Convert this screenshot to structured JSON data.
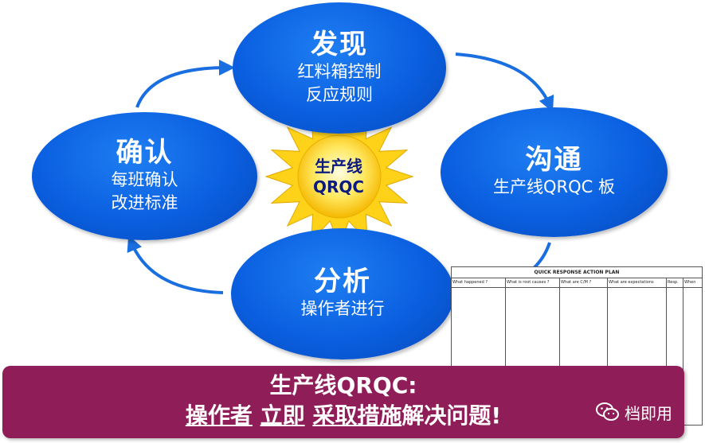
{
  "cycle": {
    "find": {
      "title": "发现",
      "lines": [
        "红料箱控制",
        "反应规则"
      ]
    },
    "communicate": {
      "title": "沟通",
      "lines": [
        "生产线QRQC 板"
      ]
    },
    "analyze": {
      "title": "分析",
      "lines": [
        "操作者进行"
      ]
    },
    "confirm": {
      "title": "确认",
      "lines": [
        "每班确认",
        "改进标准"
      ]
    }
  },
  "center": {
    "line1": "生产线",
    "line2": "QRQC"
  },
  "action_plan": {
    "title": "QUICK RESPONSE ACTION PLAN",
    "columns": [
      "What happened ?",
      "What is root causes ?",
      "What are C/M ?",
      "What are expectations",
      "Resp.",
      "When"
    ]
  },
  "banner": {
    "line1": "生产线QRQC:",
    "line2_parts": [
      "操作者",
      " ",
      "立即",
      " ",
      "采取措施",
      "解决问题!"
    ]
  },
  "watermark": {
    "text": "档即用",
    "icon": "wechat-icon"
  },
  "colors": {
    "oval": "#0a5fe0",
    "arrow": "#1a6fe0",
    "sun": "#ffcc00",
    "banner": "#8f1e58"
  }
}
